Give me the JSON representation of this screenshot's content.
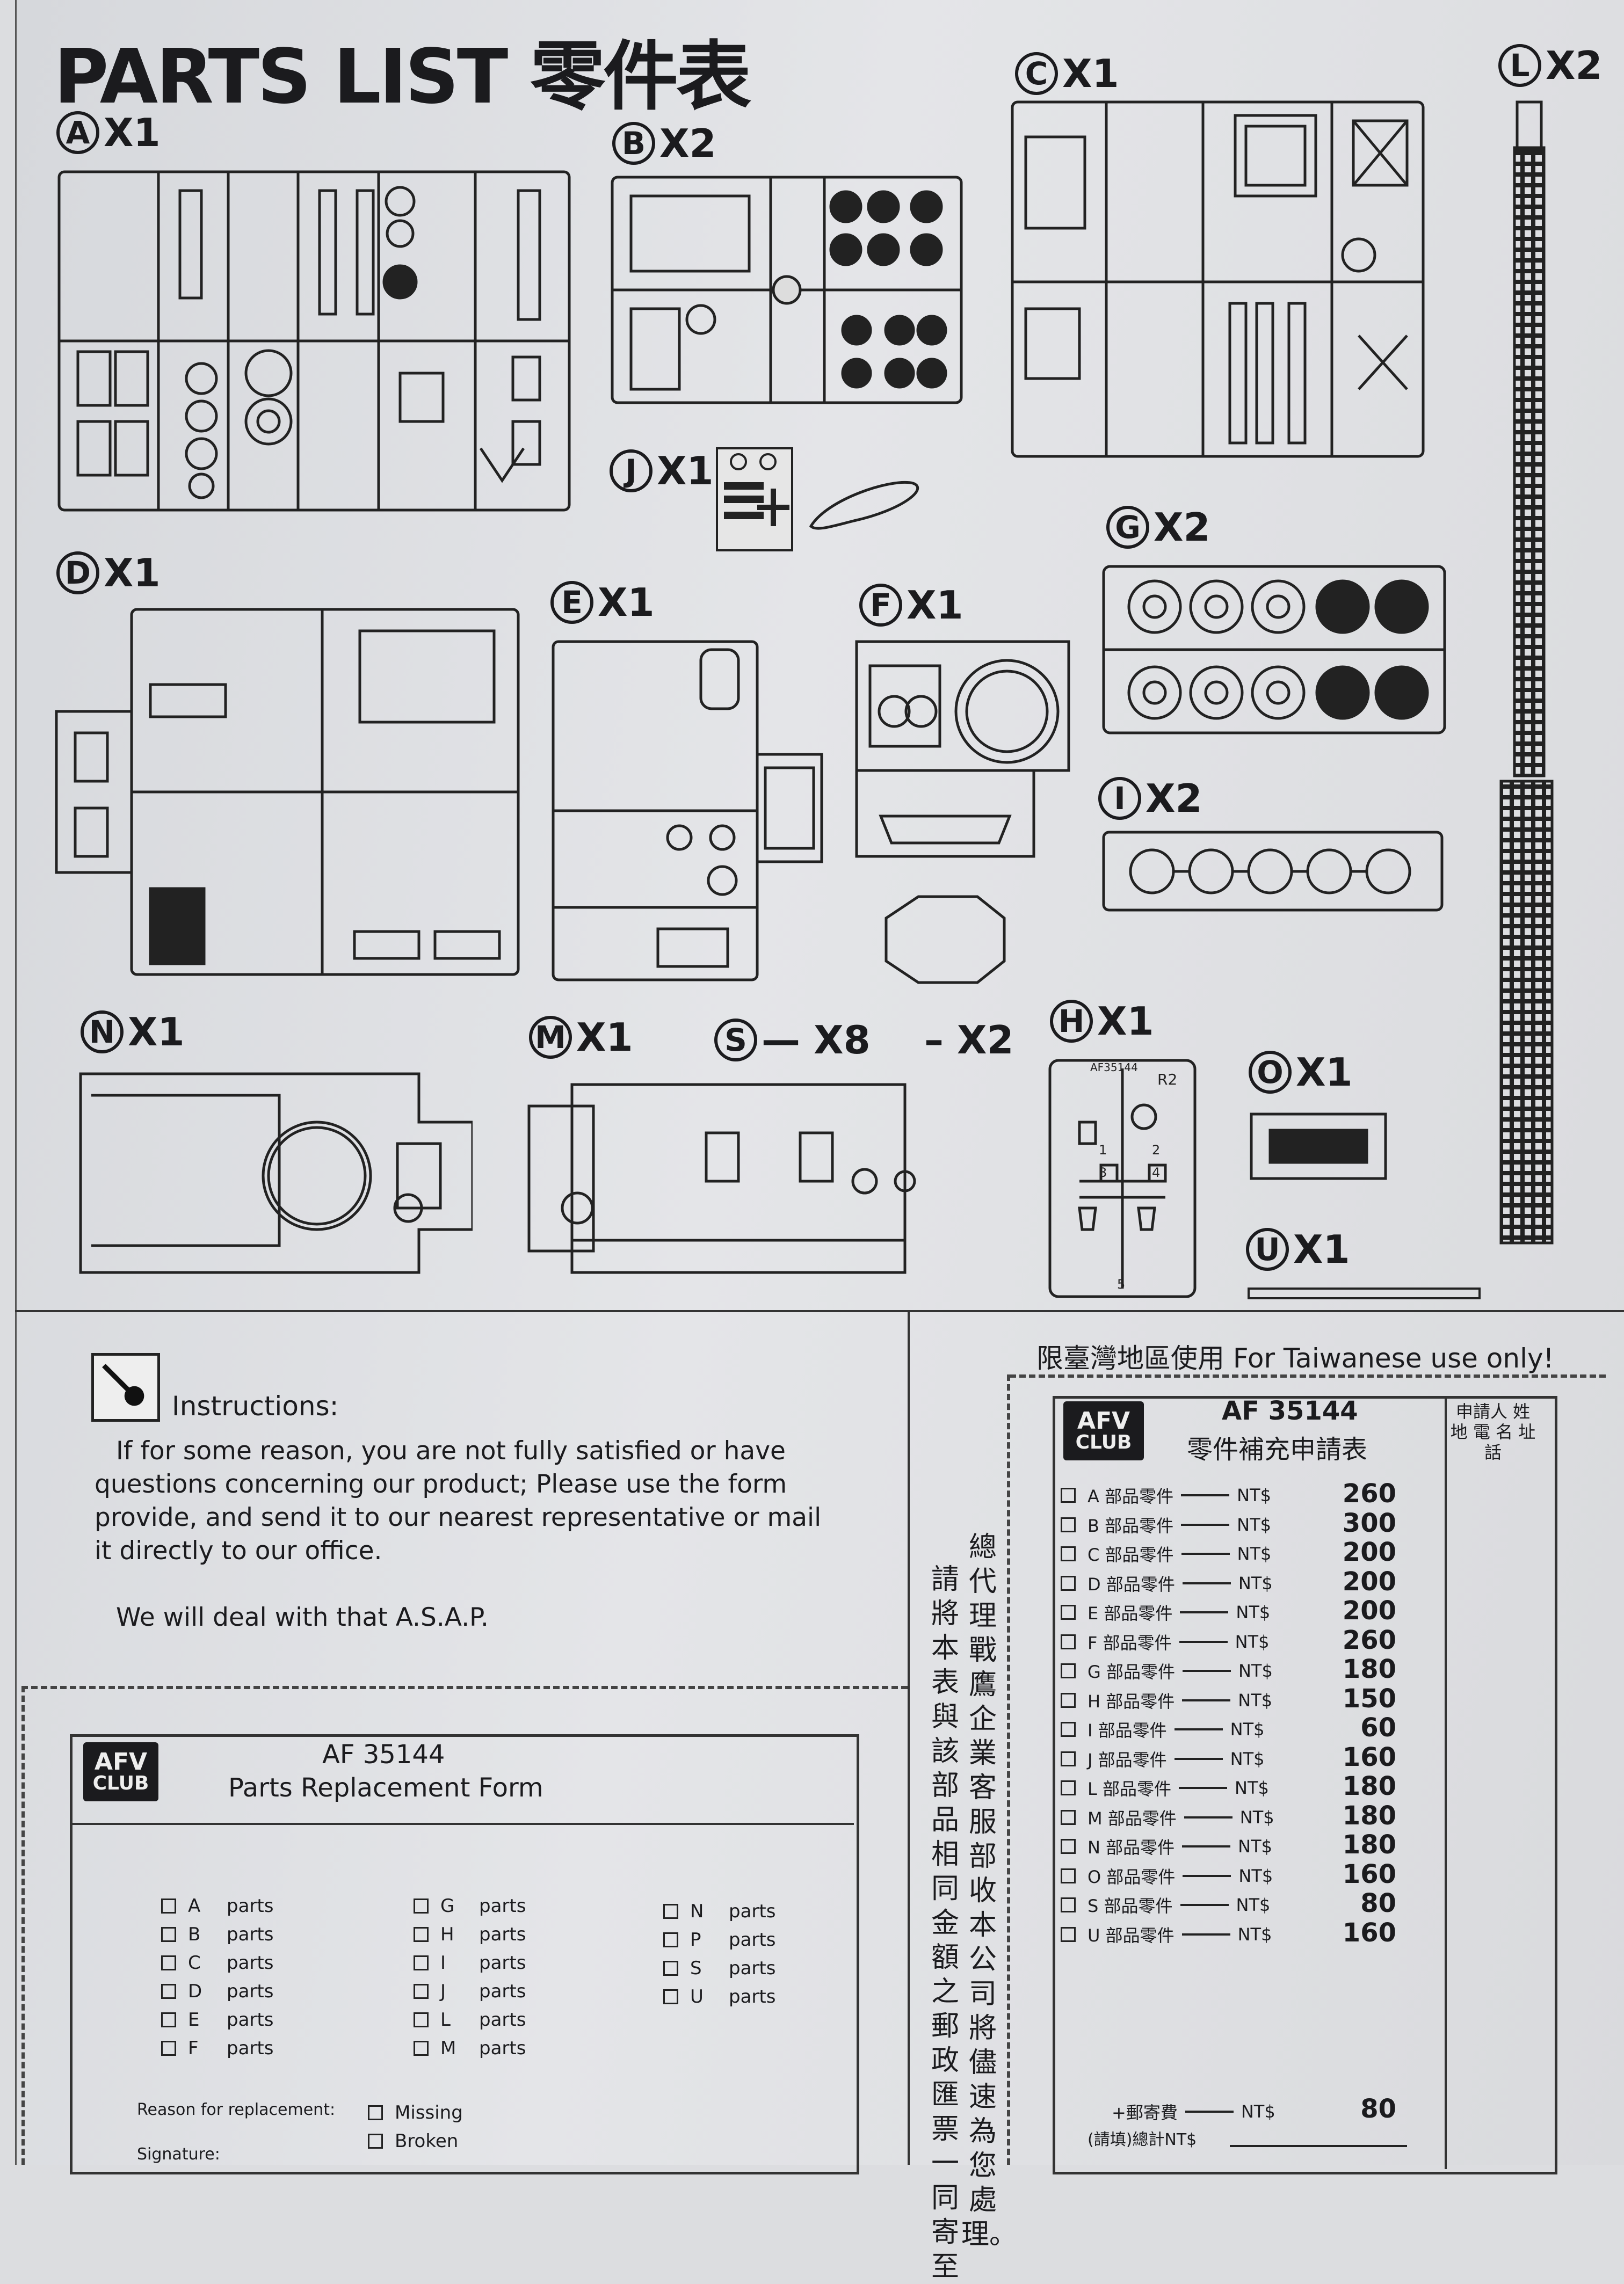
{
  "header": {
    "title": "PARTS  LIST 零件表"
  },
  "sprues": [
    {
      "id": "A",
      "mult": "X1"
    },
    {
      "id": "B",
      "mult": "X2"
    },
    {
      "id": "C",
      "mult": "X1"
    },
    {
      "id": "L",
      "mult": "X2"
    },
    {
      "id": "J",
      "mult": "X1"
    },
    {
      "id": "G",
      "mult": "X2"
    },
    {
      "id": "D",
      "mult": "X1"
    },
    {
      "id": "E",
      "mult": "X1"
    },
    {
      "id": "F",
      "mult": "X1"
    },
    {
      "id": "I",
      "mult": "X2"
    },
    {
      "id": "N",
      "mult": "X1"
    },
    {
      "id": "M",
      "mult": "X1"
    },
    {
      "id": "S",
      "mult": "— X8    – X2"
    },
    {
      "id": "H",
      "mult": "X1"
    },
    {
      "id": "O",
      "mult": "X1"
    },
    {
      "id": "U",
      "mult": "X1"
    }
  ],
  "h_labels": [
    "AF35144",
    "R2",
    "1",
    "2",
    "3",
    "4",
    "5"
  ],
  "instructions": {
    "heading": "Instructions:",
    "body": [
      "If for some reason, you are not fully satisfied or have",
      "questions concerning our product; Please use the form",
      "provide, and send it to our nearest representative or mail",
      "it directly to our office."
    ],
    "closing": "We will deal with that A.S.A.P."
  },
  "form": {
    "logo_top": "AFV",
    "logo_bottom": "CLUB",
    "code": "AF 35144",
    "title": "Parts Replacement Form",
    "col1": [
      {
        "l": "A",
        "t": "parts"
      },
      {
        "l": "B",
        "t": "parts"
      },
      {
        "l": "C",
        "t": "parts"
      },
      {
        "l": "D",
        "t": "parts"
      },
      {
        "l": "E",
        "t": "parts"
      },
      {
        "l": "F",
        "t": "parts"
      }
    ],
    "col2": [
      {
        "l": "G",
        "t": "parts"
      },
      {
        "l": "H",
        "t": "parts"
      },
      {
        "l": "I",
        "t": "parts"
      },
      {
        "l": "J",
        "t": "parts"
      },
      {
        "l": "L",
        "t": "parts"
      },
      {
        "l": "M",
        "t": "parts"
      }
    ],
    "col3": [
      {
        "l": "N",
        "t": "parts"
      },
      {
        "l": "P",
        "t": "parts"
      },
      {
        "l": "S",
        "t": "parts"
      },
      {
        "l": "U",
        "t": "parts"
      }
    ],
    "reason_label": "Reason for replacement:",
    "reasons": [
      "Missing",
      "Broken"
    ],
    "signature_label": "Signature:"
  },
  "chinese_note": {
    "col1": "總代理戰鷹企業客服部收本公司將儘速為您處理。",
    "col2": "請將本表與該部品相同金額之郵政匯票一同寄至"
  },
  "taiwan_form": {
    "heading": "限臺灣地區使用  For Taiwanese use only!",
    "code": "AF 35144",
    "title": "零件補充申請表",
    "applicant": "申請人 姓 地 電 名 址 話",
    "rows": [
      {
        "part": "A 部品零件",
        "cur": "NT$",
        "price": "260"
      },
      {
        "part": "B 部品零件",
        "cur": "NT$",
        "price": "300"
      },
      {
        "part": "C 部品零件",
        "cur": "NT$",
        "price": "200"
      },
      {
        "part": "D 部品零件",
        "cur": "NT$",
        "price": "200"
      },
      {
        "part": "E 部品零件",
        "cur": "NT$",
        "price": "200"
      },
      {
        "part": "F 部品零件",
        "cur": "NT$",
        "price": "260"
      },
      {
        "part": "G 部品零件",
        "cur": "NT$",
        "price": "180"
      },
      {
        "part": "H 部品零件",
        "cur": "NT$",
        "price": "150"
      },
      {
        "part": "I 部品零件",
        "cur": "NT$",
        "price": "60"
      },
      {
        "part": "J 部品零件",
        "cur": "NT$",
        "price": "160"
      },
      {
        "part": "L 部品零件",
        "cur": "NT$",
        "price": "180"
      },
      {
        "part": "M 部品零件",
        "cur": "NT$",
        "price": "180"
      },
      {
        "part": "N 部品零件",
        "cur": "NT$",
        "price": "180"
      },
      {
        "part": "O 部品零件",
        "cur": "NT$",
        "price": "160"
      },
      {
        "part": "S 部品零件",
        "cur": "NT$",
        "price": "80"
      },
      {
        "part": "U 部品零件",
        "cur": "NT$",
        "price": "160"
      }
    ],
    "postage_label": "+郵寄費",
    "postage_cur": "NT$",
    "postage": "80",
    "total_label": "(請填)總計NT$"
  }
}
